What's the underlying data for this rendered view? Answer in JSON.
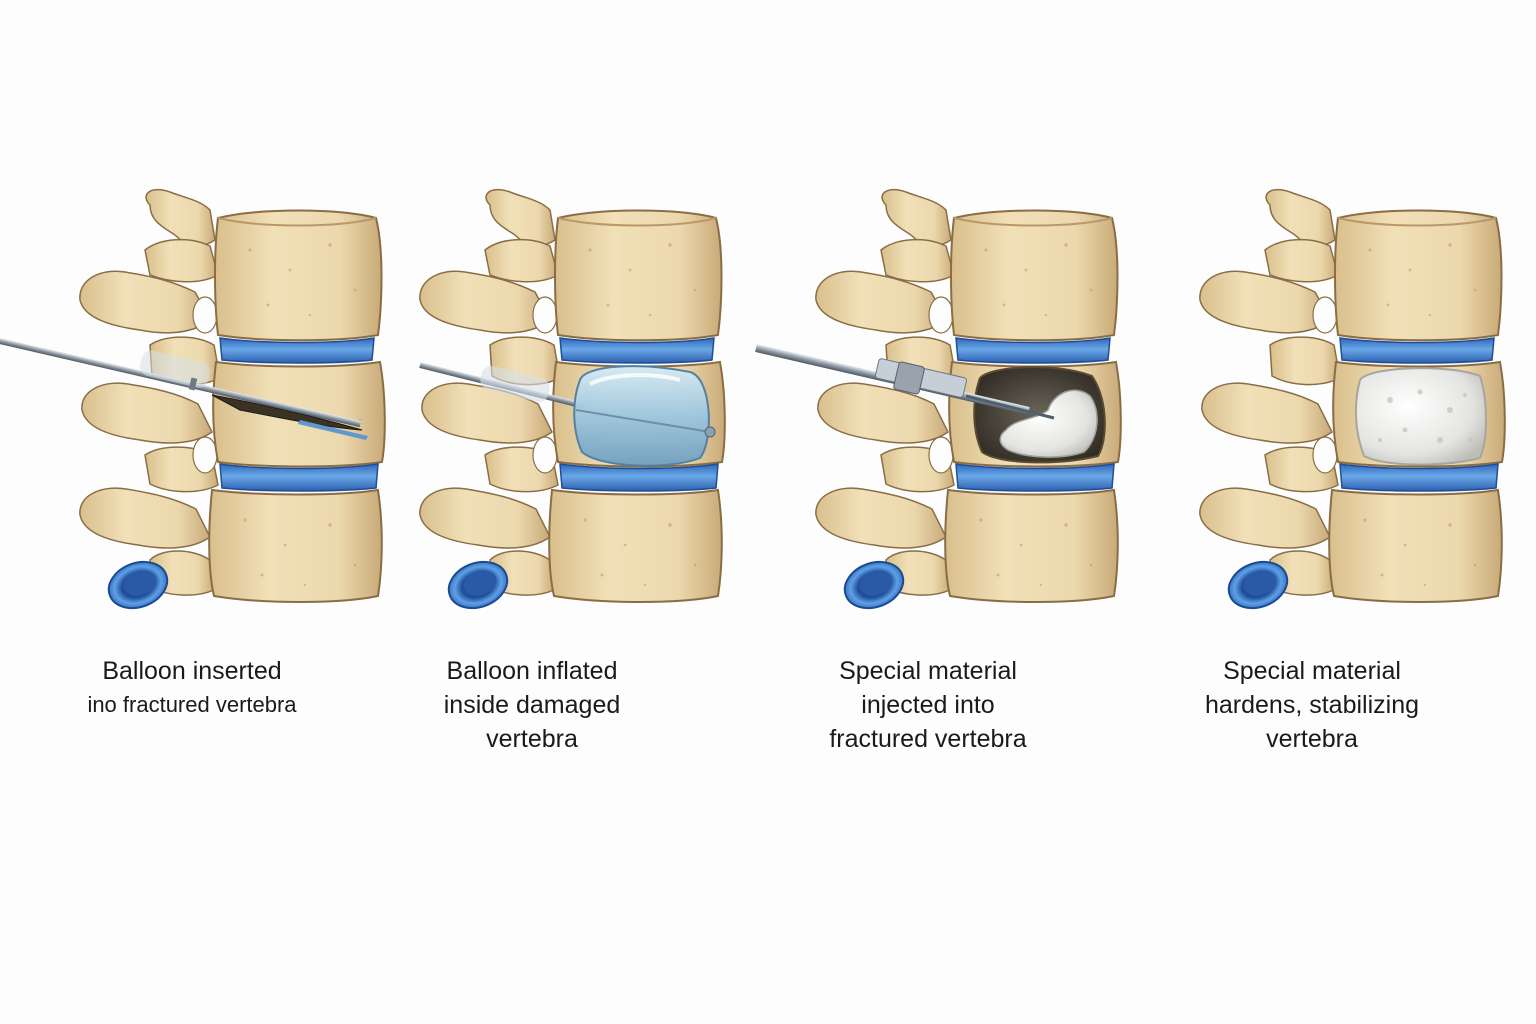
{
  "steps": [
    {
      "id": "step-1",
      "caption": [
        "Balloon inserted",
        "ino fractured vertebra"
      ]
    },
    {
      "id": "step-2",
      "caption": [
        "Balloon inflated",
        "inside damaged",
        "vertebra"
      ]
    },
    {
      "id": "step-3",
      "caption": [
        "Special material",
        "injected into",
        "fractured vertebra"
      ]
    },
    {
      "id": "step-4",
      "caption": [
        "Special material",
        "hardens, stabilizing",
        "vertebra"
      ]
    }
  ],
  "colors": {
    "bone": "#e9d6aa",
    "bone_dark": "#b9996a",
    "bone_outline": "#8a6d45",
    "disc": "#3f7fd1",
    "disc_light": "#8fc0f0",
    "balloon": "#a9cde4",
    "cement": "#eeeeec",
    "instrument": "#9aa3ad"
  }
}
